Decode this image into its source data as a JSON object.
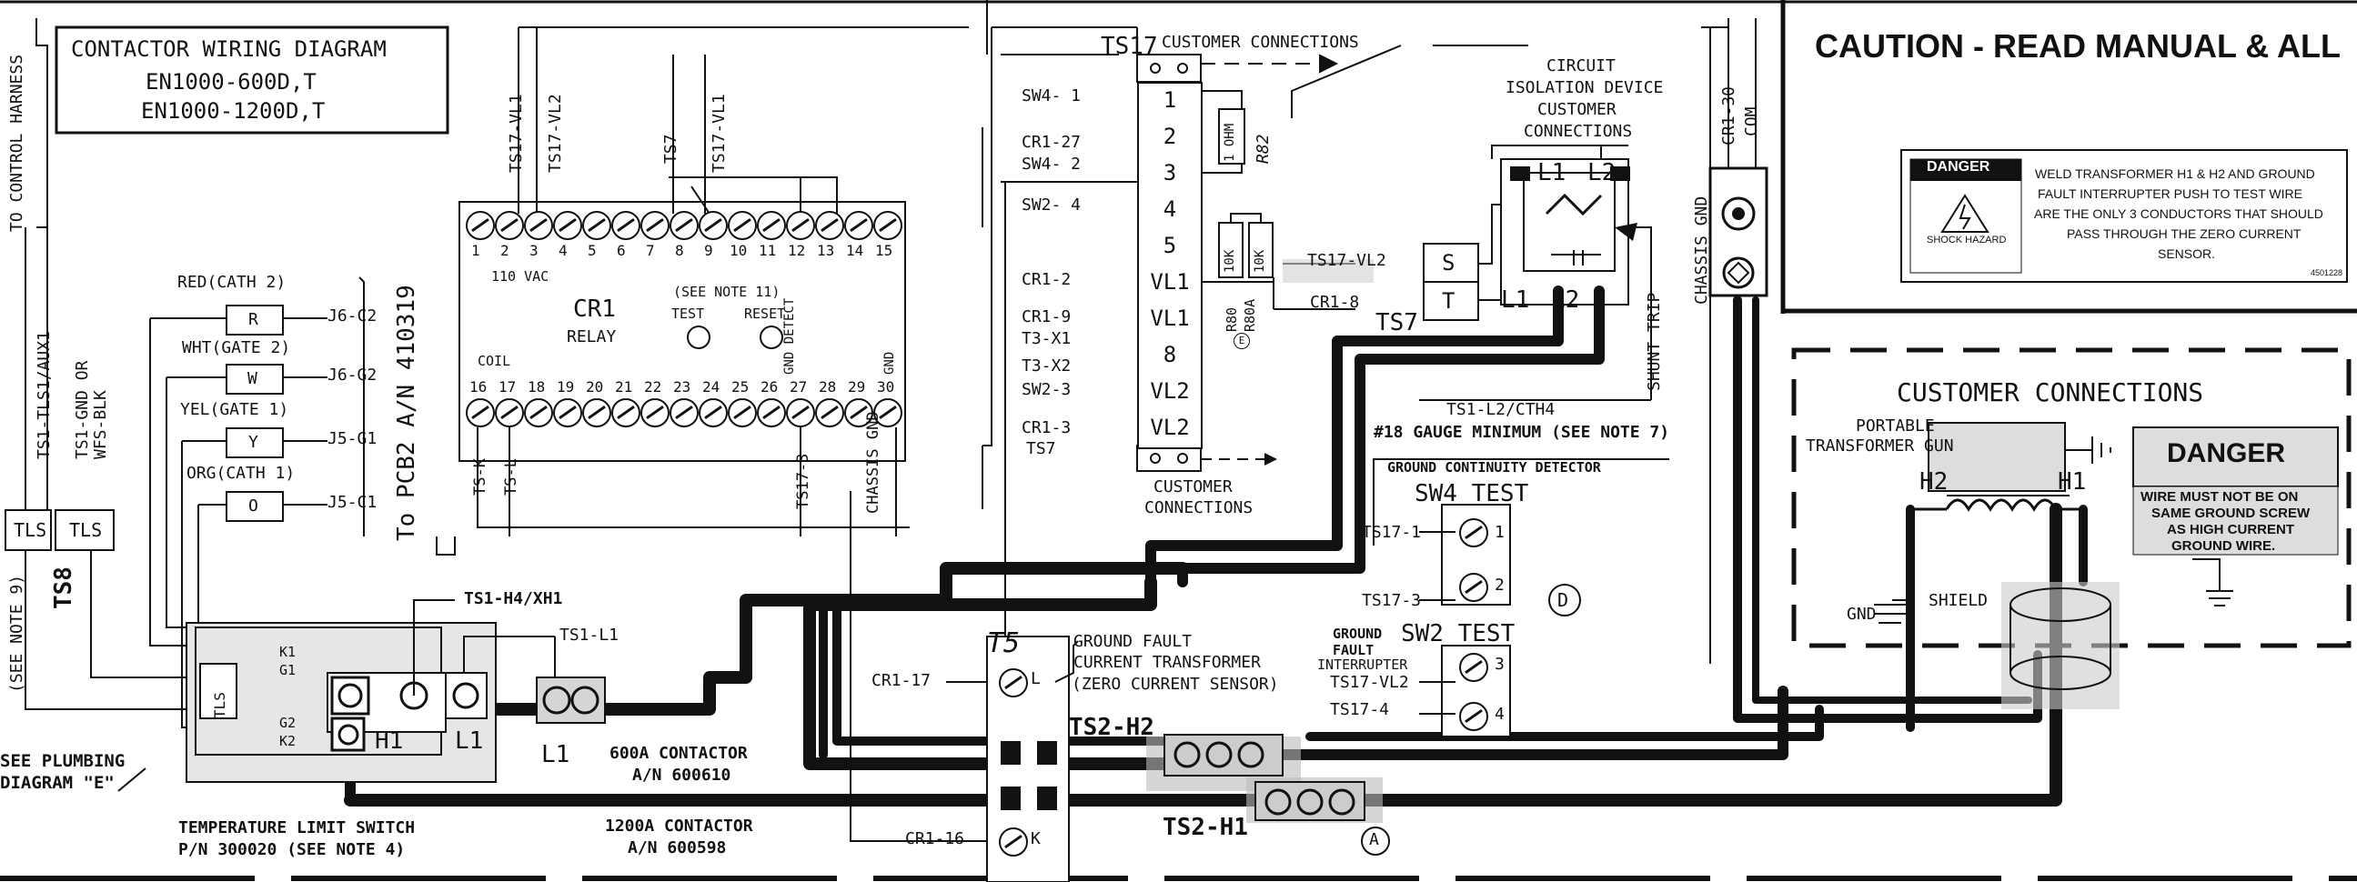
{
  "title": {
    "line1": "CONTACTOR WIRING DIAGRAM",
    "line2": "EN1000-600D,T",
    "line3": "EN1000-1200D,T"
  },
  "left": {
    "to_control_harness": "TO CONTROL HARNESS",
    "ts1_tls1": "TS1-TLS1/AUX1",
    "ts1_gnd": "TS1-GND OR",
    "wfs_blk": "WFS-BLK",
    "tls1": "TLS",
    "tls2": "TLS",
    "ts8": "TS8",
    "see_note9": "(SEE NOTE 9)",
    "see_plumbing1": "SEE PLUMBING",
    "see_plumbing2": "DIAGRAM \"E\""
  },
  "gates": [
    {
      "name": "RED(CATH 2)",
      "letter": "R",
      "dest": "J6-C2"
    },
    {
      "name": "WHT(GATE 2)",
      "letter": "W",
      "dest": "J6-G2"
    },
    {
      "name": "YEL(GATE 1)",
      "letter": "Y",
      "dest": "J5-G1"
    },
    {
      "name": "ORG(CATH 1)",
      "letter": "O",
      "dest": "J5-C1"
    }
  ],
  "pcb": "To PCB2 A/N 410319",
  "relay": {
    "top_terms": [
      "1",
      "2",
      "3",
      "4",
      "5",
      "6",
      "7",
      "8",
      "9",
      "10",
      "11",
      "12",
      "13",
      "14",
      "15"
    ],
    "bottom_terms": [
      "16",
      "17",
      "18",
      "19",
      "20",
      "21",
      "22",
      "23",
      "24",
      "25",
      "26",
      "27",
      "28",
      "29",
      "30"
    ],
    "vac": "110 VAC",
    "name1": "CR1",
    "name2": "RELAY",
    "see_note": "(SEE NOTE 11)",
    "test": "TEST",
    "reset": "RESET",
    "coil": "COIL",
    "gnd_detect": "GND DETECT",
    "gnd": "GND",
    "top_wires": [
      "TS17-VL1",
      "TS17-VL2",
      "TS7",
      "TS17-VL1"
    ],
    "bottom_wires": [
      "TS-K",
      "TS-L",
      "TS17-3",
      "CHASSIS GND"
    ]
  },
  "ts17": {
    "title": "TS17",
    "customer_top": "CUSTOMER CONNECTIONS",
    "terminals": [
      "1",
      "2",
      "3",
      "4",
      "5",
      "VL1",
      "VL1",
      "8",
      "VL2",
      "VL2"
    ],
    "left_wires": [
      "SW4- 1",
      "CR1-27",
      "SW4- 2",
      "SW2- 4",
      "CR1-2",
      "CR1-9",
      "T3-X1",
      "T3-X2",
      "SW2-3",
      "CR1-3",
      "TS7"
    ],
    "customer_bottom1": "CUSTOMER",
    "customer_bottom2": "CONNECTIONS",
    "r82": "R82",
    "r82_val": "1 OHM",
    "r80_val": "10K",
    "r80a_val": "10K",
    "r80": "R80",
    "r80a": "R80A",
    "e": "E"
  },
  "ts7": {
    "name": "TS7",
    "s": "S",
    "t": "T",
    "wire_s": "TS17-VL2",
    "wire_t": "CR1-8"
  },
  "cid": {
    "line1": "CIRCUIT",
    "line2": "ISOLATION DEVICE",
    "line3": "CUSTOMER",
    "line4": "CONNECTIONS",
    "l1": "L1",
    "l2": "L2",
    "l1b": "L1",
    "l2b": "L2",
    "shunt": "SHUNT TRIP",
    "ts1_l2": "TS1-L2/CTH4",
    "gauge": "#18 GAUGE MINIMUM (SEE NOTE 7)"
  },
  "right_top": {
    "cr1_30": "CR1-30",
    "com": "COM",
    "chassis_gnd": "CHASSIS GND"
  },
  "sw4": {
    "detector": "GROUND CONTINUITY DETECTOR",
    "title": "SW4 TEST",
    "w1": "TS17-1",
    "w2": "TS17-3",
    "n1": "1",
    "n2": "2",
    "d": "D"
  },
  "sw2": {
    "gf1": "GROUND",
    "gf2": "FAULT",
    "gf3": "INTERRUPTER",
    "title": "SW2 TEST",
    "w1": "TS17-VL2",
    "w2": "TS17-4",
    "n1": "3",
    "n2": "4"
  },
  "ct": {
    "t5": "T5",
    "line1": "GROUND FAULT",
    "line2": "CURRENT TRANSFORMER",
    "line3": "(ZERO CURRENT SENSOR)",
    "cr1_17": "CR1-17",
    "cr1_16": "CR1-16",
    "l": "L",
    "k": "K"
  },
  "contactor": {
    "k1": "K1",
    "g1": "G1",
    "g2": "G2",
    "k2": "K2",
    "tls": "TLS",
    "h1": "H1",
    "l1": "L1",
    "l1_ext": "L1",
    "ts1_h4": "TS1-H4/XH1",
    "ts1_l1": "TS1-L1",
    "c600_1": "600A CONTACTOR",
    "c600_2": "A/N 600610",
    "c1200_1": "1200A CONTACTOR",
    "c1200_2": "A/N 600598",
    "temp1": "TEMPERATURE LIMIT SWITCH",
    "temp2": "P/N 300020 (SEE NOTE 4)",
    "ts2_h2": "TS2-H2",
    "ts2_h1": "TS2-H1",
    "a": "A"
  },
  "caution": {
    "title": "CAUTION - READ MANUAL & ALL",
    "danger": "DANGER",
    "warn1": "WELD TRANSFORMER H1 & H2 AND GROUND",
    "warn2": "FAULT INTERRUPTER PUSH TO TEST WIRE",
    "warn3": "ARE THE ONLY 3 CONDUCTORS THAT SHOULD",
    "warn4": "PASS THROUGH THE ZERO CURRENT",
    "warn5": "SENSOR.",
    "shock": "SHOCK HAZARD",
    "part": "4501228"
  },
  "customer": {
    "title": "CUSTOMER CONNECTIONS",
    "portable1": "PORTABLE",
    "portable2": "TRANSFORMER GUN",
    "h2": "H2",
    "h1": "H1",
    "danger": "DANGER",
    "w1": "WIRE MUST NOT BE ON",
    "w2": "SAME GROUND SCREW",
    "w3": "AS HIGH CURRENT",
    "w4": "GROUND WIRE.",
    "gnd": "GND",
    "shield": "SHIELD"
  }
}
